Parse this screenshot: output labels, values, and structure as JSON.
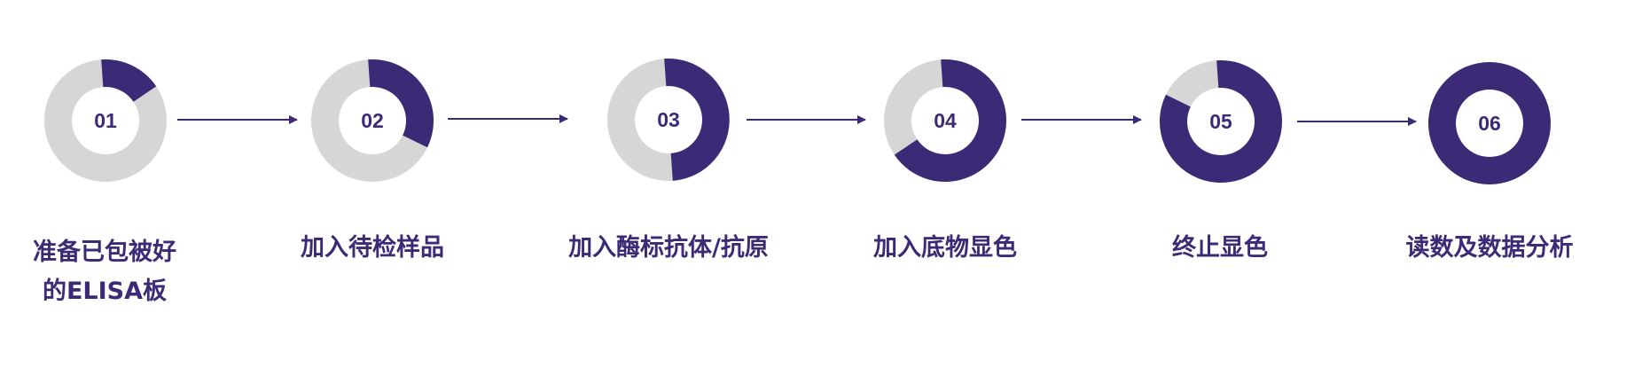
{
  "colors": {
    "accent": "#3d2a76",
    "track": "#d6d6d6",
    "background": "#ffffff"
  },
  "steps": [
    {
      "number": "01",
      "label_lines": [
        "准备已包被好",
        "的ELISA板"
      ],
      "progress": 0.1667
    },
    {
      "number": "02",
      "label_lines": [
        "加入待检样品"
      ],
      "progress": 0.3333
    },
    {
      "number": "03",
      "label_lines": [
        "加入酶标抗体/抗原"
      ],
      "progress": 0.5
    },
    {
      "number": "04",
      "label_lines": [
        "加入底物显色"
      ],
      "progress": 0.6667
    },
    {
      "number": "05",
      "label_lines": [
        "终止显色"
      ],
      "progress": 0.8333
    },
    {
      "number": "06",
      "label_lines": [
        "读数及数据分析"
      ],
      "progress": 1.0
    }
  ]
}
